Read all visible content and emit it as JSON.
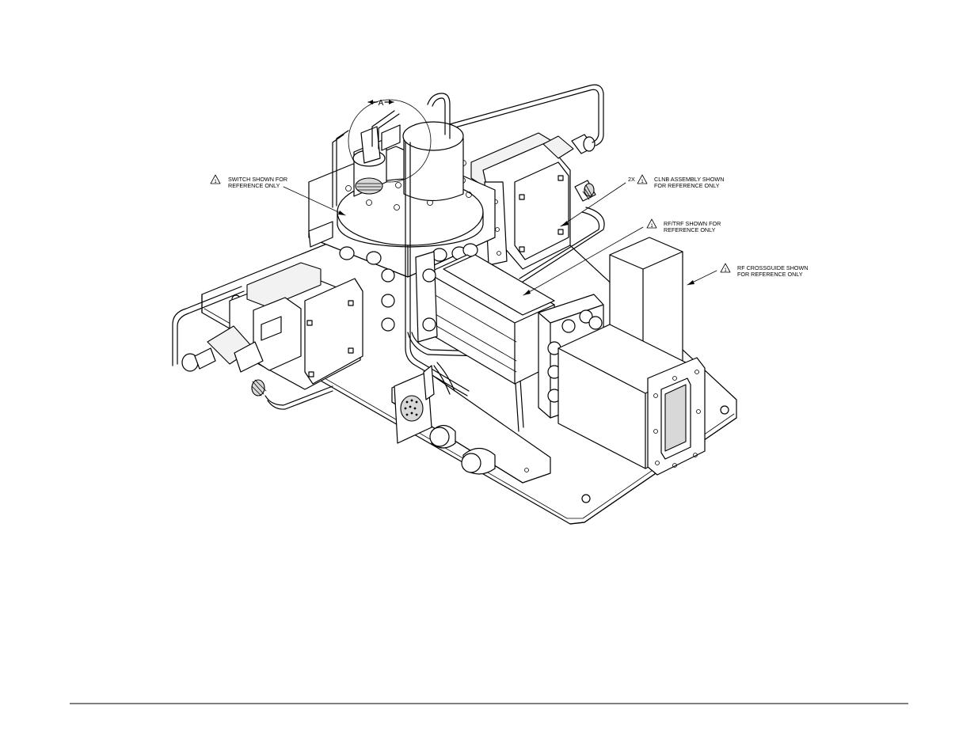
{
  "view": {
    "letter": "A"
  },
  "notes": [
    {
      "id": "switch",
      "prefix": "",
      "number": "1",
      "line1": "SWITCH SHOWN FOR",
      "line2": "REFERENCE ONLY"
    },
    {
      "id": "clnb",
      "prefix": "2X",
      "number": "1",
      "line1": "CLNB ASSEMBLY SHOWN",
      "line2": "FOR REFERENCE ONLY"
    },
    {
      "id": "rftrf",
      "prefix": "",
      "number": "1",
      "line1": "RF/TRF SHOWN FOR",
      "line2": "REFERENCE ONLY"
    },
    {
      "id": "crossguide",
      "prefix": "",
      "number": "1",
      "line1": "RF CROSSGUIDE SHOWN",
      "line2": "FOR REFERENCE ONLY"
    }
  ]
}
